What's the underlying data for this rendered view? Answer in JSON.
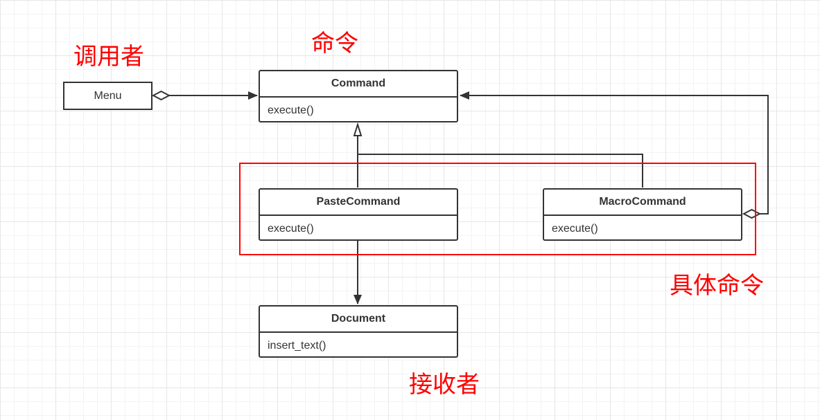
{
  "colors": {
    "annotation": "#ff0000",
    "line": "#333333",
    "highlight": "#ff0000"
  },
  "annotations": {
    "invoker": "调用者",
    "command": "命令",
    "concrete_command": "具体命令",
    "receiver": "接收者"
  },
  "classes": {
    "menu": {
      "name": "Menu"
    },
    "command": {
      "name": "Command",
      "method": "execute()"
    },
    "paste_command": {
      "name": "PasteCommand",
      "method": "execute()"
    },
    "macro_command": {
      "name": "MacroCommand",
      "method": "execute()"
    },
    "document": {
      "name": "Document",
      "method": "insert_text()"
    }
  },
  "relationships": [
    {
      "from": "Menu",
      "to": "Command",
      "type": "aggregation"
    },
    {
      "from": "PasteCommand",
      "to": "Command",
      "type": "generalization"
    },
    {
      "from": "MacroCommand",
      "to": "Command",
      "type": "generalization"
    },
    {
      "from": "MacroCommand",
      "to": "Command",
      "type": "aggregation"
    },
    {
      "from": "PasteCommand",
      "to": "Document",
      "type": "association"
    }
  ]
}
